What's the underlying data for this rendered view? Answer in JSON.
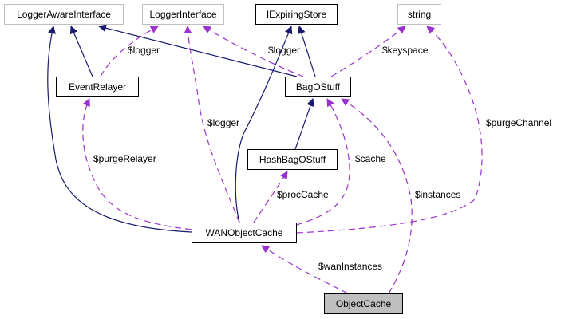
{
  "diagram": {
    "nodes": [
      {
        "id": "LoggerAwareInterface",
        "label": "LoggerAwareInterface",
        "kind": "external"
      },
      {
        "id": "LoggerInterface",
        "label": "LoggerInterface",
        "kind": "external"
      },
      {
        "id": "IExpiringStore",
        "label": "IExpiringStore",
        "kind": "documented"
      },
      {
        "id": "string",
        "label": "string",
        "kind": "external"
      },
      {
        "id": "EventRelayer",
        "label": "EventRelayer",
        "kind": "documented"
      },
      {
        "id": "BagOStuff",
        "label": "BagOStuff",
        "kind": "documented"
      },
      {
        "id": "HashBagOStuff",
        "label": "HashBagOStuff",
        "kind": "documented"
      },
      {
        "id": "WANObjectCache",
        "label": "WANObjectCache",
        "kind": "documented"
      },
      {
        "id": "ObjectCache",
        "label": "ObjectCache",
        "kind": "focus"
      }
    ],
    "edges": [
      {
        "from": "EventRelayer",
        "to": "LoggerAwareInterface",
        "type": "inheritance",
        "label": ""
      },
      {
        "from": "BagOStuff",
        "to": "LoggerAwareInterface",
        "type": "inheritance",
        "label": ""
      },
      {
        "from": "WANObjectCache",
        "to": "LoggerAwareInterface",
        "type": "inheritance",
        "label": ""
      },
      {
        "from": "BagOStuff",
        "to": "IExpiringStore",
        "type": "inheritance",
        "label": ""
      },
      {
        "from": "WANObjectCache",
        "to": "IExpiringStore",
        "type": "inheritance",
        "label": ""
      },
      {
        "from": "HashBagOStuff",
        "to": "BagOStuff",
        "type": "inheritance",
        "label": ""
      },
      {
        "from": "EventRelayer",
        "to": "LoggerInterface",
        "type": "usage",
        "label": "$logger"
      },
      {
        "from": "BagOStuff",
        "to": "LoggerInterface",
        "type": "usage",
        "label": "$logger"
      },
      {
        "from": "WANObjectCache",
        "to": "LoggerInterface",
        "type": "usage",
        "label": "$logger"
      },
      {
        "from": "BagOStuff",
        "to": "string",
        "type": "usage",
        "label": "$keyspace"
      },
      {
        "from": "WANObjectCache",
        "to": "string",
        "type": "usage",
        "label": "$purgeChannel"
      },
      {
        "from": "WANObjectCache",
        "to": "EventRelayer",
        "type": "usage",
        "label": "$purgeRelayer"
      },
      {
        "from": "WANObjectCache",
        "to": "HashBagOStuff",
        "type": "usage",
        "label": "$procCache"
      },
      {
        "from": "WANObjectCache",
        "to": "BagOStuff",
        "type": "usage",
        "label": "$cache"
      },
      {
        "from": "ObjectCache",
        "to": "BagOStuff",
        "type": "usage",
        "label": "$instances"
      },
      {
        "from": "ObjectCache",
        "to": "WANObjectCache",
        "type": "usage",
        "label": "$wanInstances"
      }
    ],
    "colors": {
      "inheritance": "#191970",
      "usage": "#9a32cd",
      "external_border": "#bfbfbf",
      "documented_border": "#000000",
      "focus_fill": "#bfbfbf"
    }
  }
}
